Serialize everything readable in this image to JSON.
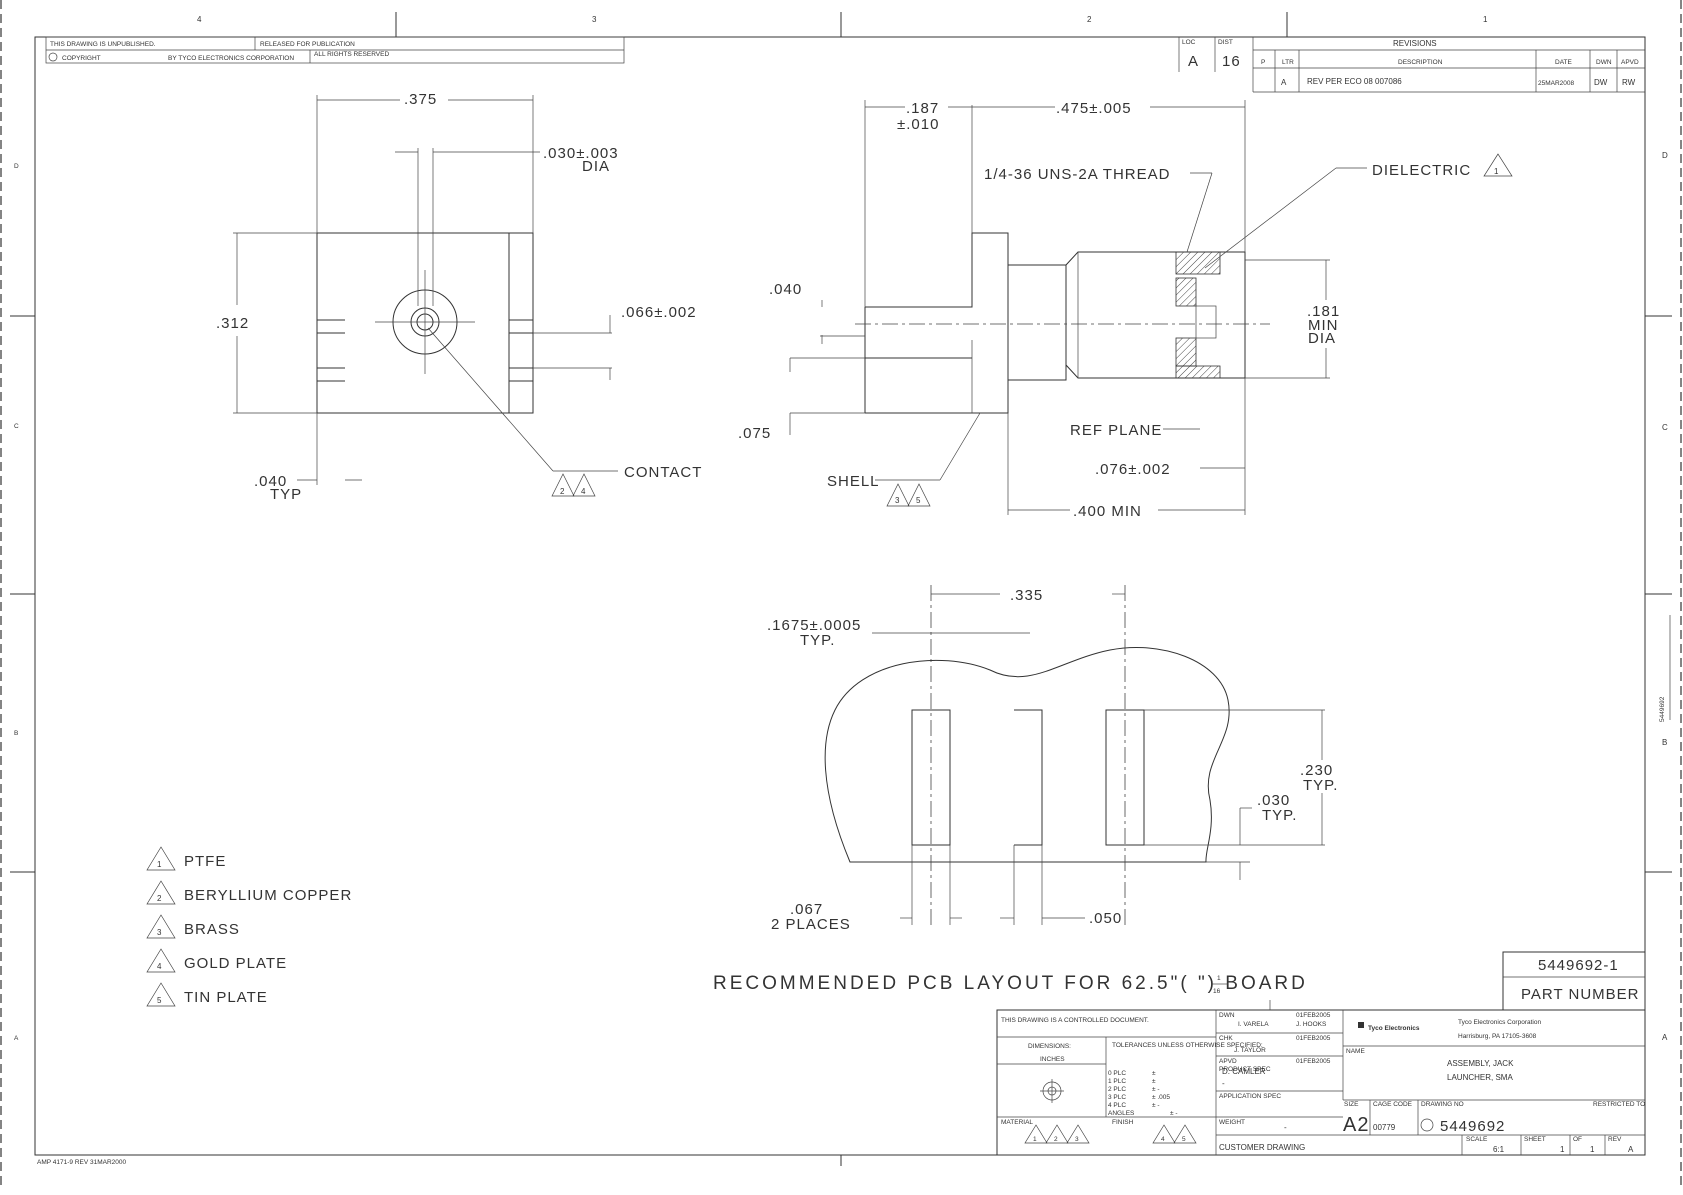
{
  "border": {
    "zones_top": [
      "4",
      "3",
      "2",
      "1"
    ],
    "zones_right": [
      "D",
      "C",
      "B",
      "A"
    ],
    "zones_left": [
      "D",
      "C",
      "B",
      "A"
    ],
    "side_part_number": "5449692"
  },
  "top_left_notes": {
    "unpublished": "THIS DRAWING IS UNPUBLISHED.",
    "released": "RELEASED FOR PUBLICATION",
    "copyright": "COPYRIGHT",
    "by": "BY TYCO ELECTRONICS CORPORATION",
    "rights": "ALL RIGHTS RESERVED"
  },
  "revisions": {
    "header": "REVISIONS",
    "loc_label": "LOC",
    "loc": "A",
    "dist_label": "DIST",
    "dist": "16",
    "p_label": "P",
    "ltr_label": "LTR",
    "ltr": "A",
    "desc_label": "DESCRIPTION",
    "desc": "REV PER ECO 08 007086",
    "date_label": "DATE",
    "date": "25MAR2008",
    "dwn_label": "DWN",
    "dwn": "DW",
    "apvd_label": "APVD",
    "apvd": "RW"
  },
  "view_front": {
    "dim_width": ".375",
    "dim_pin": ".030±.003",
    "dim_pin_sub": "DIA",
    "dim_height": ".312",
    "dim_leg": ".066±.002",
    "dim_typ": ".040",
    "dim_typ_sub": "TYP",
    "contact": "CONTACT",
    "contact_notes": [
      "2",
      "4"
    ]
  },
  "view_side": {
    "dim_left": ".187",
    "dim_left_tol": "±.010",
    "dim_len": ".475±.005",
    "thread": "1/4-36 UNS-2A THREAD",
    "dielectric": "DIELECTRIC",
    "dielectric_note": "1",
    "dim_tab": ".040",
    "dim_dia": ".181",
    "dim_dia_min": "MIN",
    "dim_dia_sub": "DIA",
    "dim_075": ".075",
    "ref_plane": "REF PLANE",
    "shell": "SHELL",
    "shell_notes": [
      "3",
      "5"
    ],
    "dim_076": ".076±.002",
    "dim_400": ".400 MIN"
  },
  "pcb_layout": {
    "dim_pitch": ".335",
    "dim_pad": ".1675±.0005",
    "dim_pad_sub": "TYP.",
    "dim_h": ".230",
    "dim_h_sub": "TYP.",
    "dim_gap": ".030",
    "dim_gap_sub": "TYP.",
    "dim_067": ".067",
    "dim_067_sub": "2 PLACES",
    "dim_050": ".050",
    "title": "RECOMMENDED PCB LAYOUT FOR 62.5\"(   \") BOARD",
    "frac_num": "1",
    "frac_den": "16"
  },
  "notes": [
    {
      "num": "1",
      "text": "PTFE"
    },
    {
      "num": "2",
      "text": "BERYLLIUM COPPER"
    },
    {
      "num": "3",
      "text": "BRASS"
    },
    {
      "num": "4",
      "text": "GOLD PLATE"
    },
    {
      "num": "5",
      "text": "TIN PLATE"
    }
  ],
  "part_box": {
    "number": "5449692-1",
    "label": "PART NUMBER"
  },
  "title_block": {
    "controlled": "THIS DRAWING IS A CONTROLLED DOCUMENT.",
    "dwn_label": "DWN",
    "dwn": "I. VARELA",
    "dwn_date": "01FEB2005",
    "chk_label": "CHK",
    "chk": "J. HOOKS",
    "chk_date": "01FEB2005",
    "chk2": "J. TAYLOR",
    "appvd_label": "APVD",
    "appvd": "D. CAMLER",
    "appvd_date": "01FEB2005",
    "dims_label": "DIMENSIONS:",
    "dims_unit": "INCHES",
    "tol_label": "TOLERANCES UNLESS OTHERWISE SPECIFIED:",
    "tol_rows": [
      "0 PLC",
      "1 PLC",
      "2 PLC",
      "3 PLC",
      "4 PLC",
      "ANGLES"
    ],
    "tol_vals": [
      "±",
      "±",
      "±  -",
      "±  .005",
      "±  -",
      "±  -"
    ],
    "product_spec": "PRODUCT SPEC",
    "product_spec_val": "-",
    "application_spec": "APPLICATION SPEC",
    "weight_label": "WEIGHT",
    "weight_val": "-",
    "material_label": "MATERIAL",
    "material_notes": [
      "1",
      "2",
      "3"
    ],
    "finish_label": "FINISH",
    "finish_notes": [
      "4",
      "5"
    ],
    "company_logo": "Tyco Electronics",
    "company": "Tyco Electronics Corporation",
    "address": "Harrisburg, PA 17105-3608",
    "name_label": "NAME",
    "name1": "ASSEMBLY, JACK",
    "name2": "LAUNCHER, SMA",
    "size_label": "SIZE",
    "size": "A2",
    "cage_label": "CAGE CODE",
    "cage": "00779",
    "dwg_label": "DRAWING NO",
    "dwg": "5449692",
    "restricted": "RESTRICTED TO",
    "customer": "CUSTOMER DRAWING",
    "scale_label": "SCALE",
    "scale": "6:1",
    "sheet_label": "SHEET",
    "sheet": "1",
    "of_label": "OF",
    "of": "1",
    "rev_label": "REV",
    "rev": "A"
  },
  "footer": "AMP 4171-9 REV 31MAR2000"
}
